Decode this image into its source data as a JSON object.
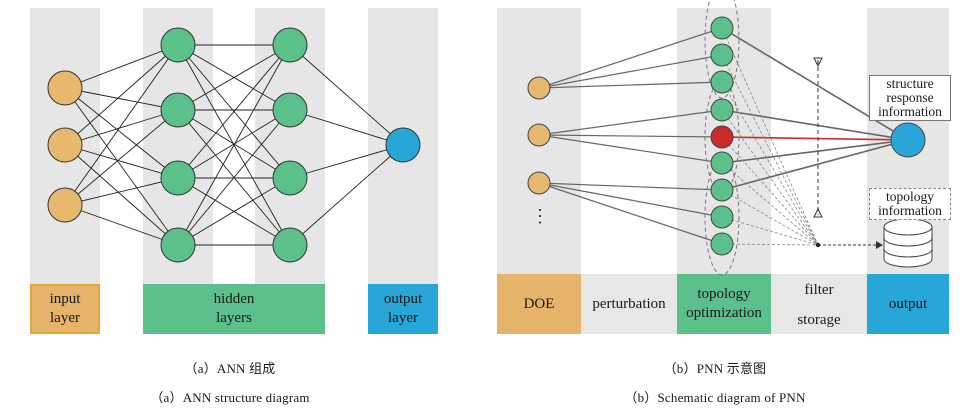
{
  "colors": {
    "input": "#e8b86e",
    "hidden": "#5cc08a",
    "output": "#29a6d8",
    "highlight": "#cc2b2b",
    "column_bg": "#e6e6e6",
    "doe_label_bg": "#e6b36b",
    "neutral_label_bg": "#e7e7e7"
  },
  "panel_a": {
    "labels": {
      "input": "input\nlayer",
      "hidden": "hidden\nlayers",
      "output": "output\nlayer"
    },
    "caption_cn": "（a）ANN 组成",
    "caption_en": "（a）ANN structure diagram"
  },
  "panel_b": {
    "labels": {
      "doe": "DOE",
      "perturbation": "perturbation",
      "topology_opt": "topology\noptimization",
      "filter": "filter",
      "storage": "storage",
      "output": "output"
    },
    "notes": {
      "structure": "structure\nresponse\ninformation",
      "topology": "topology\ninformation"
    },
    "ellipsis": "⋮",
    "caption_cn": "（b）PNN 示意图",
    "caption_en": "（b）Schematic diagram of PNN"
  }
}
